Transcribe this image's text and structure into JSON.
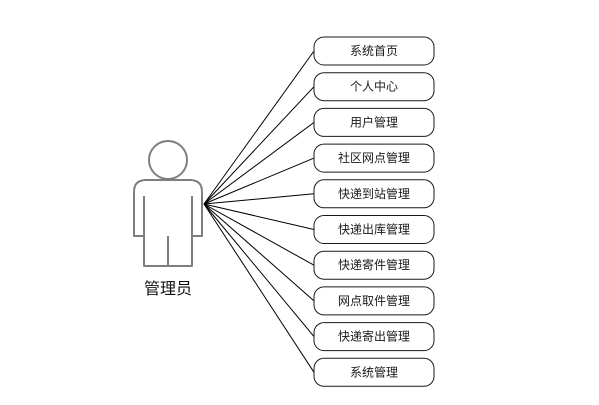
{
  "actor": {
    "label": "管理员",
    "icon": "person-icon"
  },
  "use_cases": [
    "系统首页",
    "个人中心",
    "用户管理",
    "社区网点管理",
    "快递到站管理",
    "快递出库管理",
    "快递寄件管理",
    "网点取件管理",
    "快递寄出管理",
    "系统管理"
  ],
  "colors": {
    "line": "#000000",
    "box_stroke": "#1a1a1a",
    "actor_fill": "#ffffff",
    "actor_stroke": "#7f7f7f"
  }
}
